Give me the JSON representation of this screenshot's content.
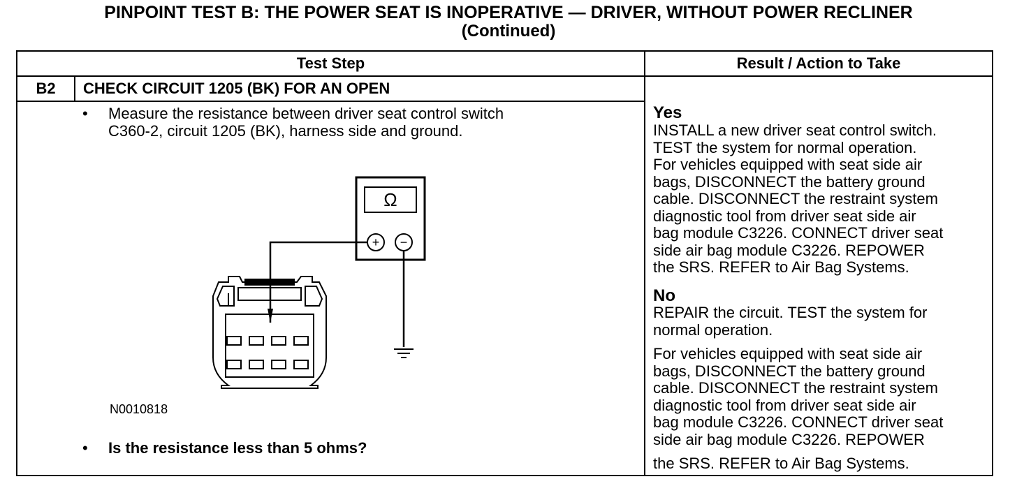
{
  "page": {
    "title": "PINPOINT TEST  B: THE POWER SEAT IS INOPERATIVE — DRIVER, WITHOUT POWER RECLINER",
    "subtitle": "(Continued)"
  },
  "table": {
    "headers": {
      "test_step": "Test Step",
      "result_action": "Result / Action to Take"
    },
    "step": {
      "id": "B2",
      "title": "CHECK CIRCUIT 1205 (BK) FOR AN OPEN",
      "bullet_char": "•",
      "instruction_lines": [
        "Measure the resistance between driver seat control switch",
        "C360-2, circuit 1205 (BK), harness side and ground."
      ],
      "question": "Is the resistance less than 5 ohms?",
      "figure": {
        "id": "N0010818",
        "meter_symbol": "Ω",
        "plus_symbol": "+",
        "minus_symbol": "−"
      }
    },
    "results": {
      "yes": {
        "label": "Yes",
        "lines": [
          "INSTALL a new driver seat control switch.",
          "TEST the system for normal operation.",
          "For vehicles equipped with seat side air",
          "bags, DISCONNECT the battery ground",
          "cable. DISCONNECT the restraint system",
          "diagnostic tool from driver seat side air",
          "bag module C3226. CONNECT driver seat",
          "side air bag module C3226. REPOWER",
          "the SRS.  REFER to Air Bag Systems."
        ]
      },
      "no": {
        "label": "No",
        "lines": [
          "REPAIR the circuit. TEST the system for",
          "normal operation."
        ],
        "lines2": [
          "For vehicles equipped with seat side air",
          "bags, DISCONNECT the battery ground",
          "cable. DISCONNECT the restraint system",
          "diagnostic tool from driver seat side air",
          "bag module C3226. CONNECT driver seat",
          "side air bag module C3226. REPOWER"
        ],
        "last_line": "the SRS. REFER to Air Bag Systems."
      }
    }
  }
}
